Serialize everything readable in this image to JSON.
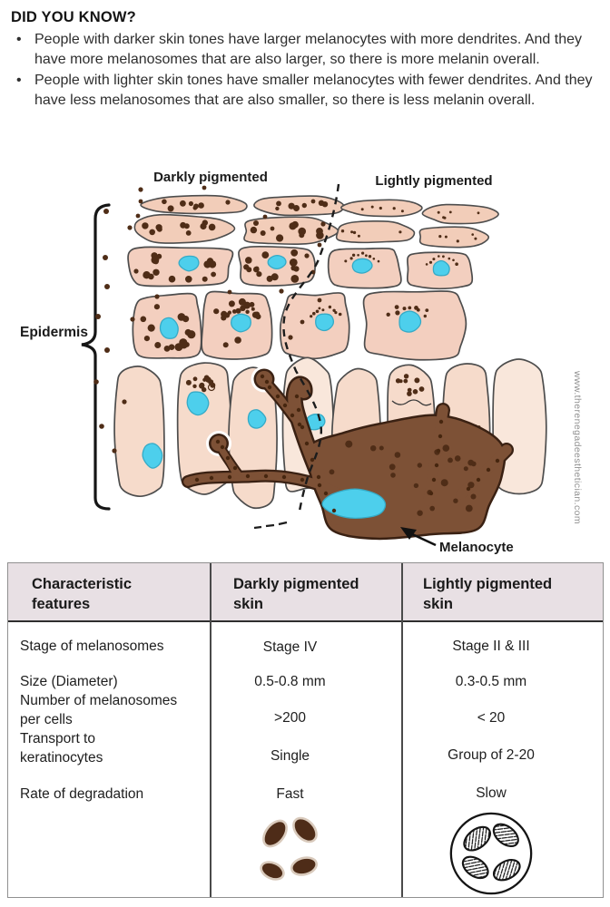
{
  "intro": {
    "title": "DID YOU KNOW?",
    "bullets": [
      "People with darker skin tones have larger melanocytes with more dendrites. And they have more melanosomes that are also larger, so there is more melanin overall.",
      "People with lighter skin tones have smaller melanocytes with fewer dendrites. And they have less melanosomes that are also smaller, so there is less melanin overall."
    ]
  },
  "diagram": {
    "darkly_label": "Darkly pigmented",
    "lightly_label": "Lightly pigmented",
    "epidermis_label": "Epidermis",
    "melanocyte_label": "Melanocyte",
    "watermark": "www.therenegadeesthetician.com",
    "colors": {
      "cell_fill_upper": "#f2cdb9",
      "cell_fill_mid": "#f3cfbf",
      "cell_fill_column": "#f6dbcb",
      "cell_fill_pale": "#f9e7db",
      "cell_outline": "#4d4d4d",
      "melanosome": "#4f2d17",
      "nucleus": "#4dcfec",
      "nucleus_outline": "#35aac6",
      "melanocyte_fill": "#7d5136",
      "melanocyte_outline": "#3a2113",
      "melanocyte_dot": "#46260f",
      "ink": "#161616"
    }
  },
  "table": {
    "headers": [
      "Characteristic\nfeatures",
      "Darkly pigmented\nskin",
      "Lightly pigmented\nskin"
    ],
    "header_bg": "#e8e0e4",
    "rows": [
      {
        "feature": "Stage of melanosomes",
        "dark": "Stage IV",
        "light": "Stage II & III"
      },
      {
        "feature": "Size (Diameter)",
        "dark": "0.5-0.8 mm",
        "light": "0.3-0.5 mm"
      },
      {
        "feature": "Number of melanosomes\nper cells",
        "dark": ">200",
        "light": "< 20"
      },
      {
        "feature": "Transport to\nkeratinocytes",
        "dark": "Single",
        "light": "Group of 2-20"
      },
      {
        "feature": "Rate of degradation",
        "dark": "Fast",
        "light": "Slow"
      }
    ]
  }
}
